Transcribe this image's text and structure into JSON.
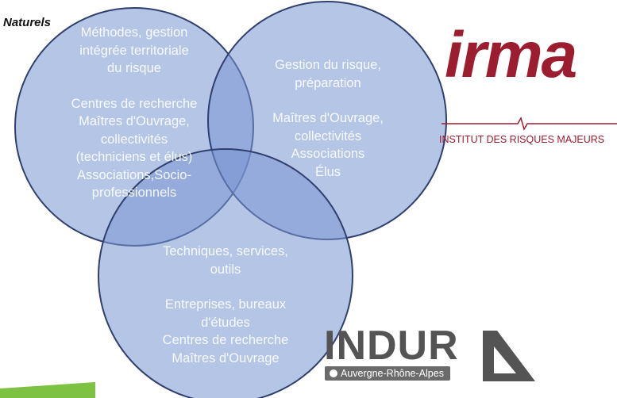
{
  "header": {
    "top_left_label": "Naturels"
  },
  "diagram": {
    "type": "venn",
    "circles": [
      {
        "id": "left",
        "lines": [
          "Méthodes, gestion",
          "intégrée territoriale",
          "du risque",
          "",
          "Centres de recherche",
          "Maîtres d'Ouvrage,",
          "collectivités",
          "(techniciens et élus)",
          "Associations,Socio-",
          "professionnels"
        ]
      },
      {
        "id": "right",
        "lines": [
          "Gestion du risque,",
          "préparation",
          "",
          "Maîtres d'Ouvrage,",
          "collectivités",
          "Associations",
          "Élus"
        ]
      },
      {
        "id": "bottom",
        "lines": [
          "Techniques, services,",
          "outils",
          "",
          "Entreprises, bureaux",
          "d'études",
          "Centres de recherche",
          "Maîtres d'Ouvrage"
        ]
      }
    ]
  },
  "logos": {
    "irma": {
      "wordmark": "irma",
      "tagline": "INSTITUT DES RISQUES MAJEURS",
      "color": "#9c1c30"
    },
    "indura": {
      "wordmark": "INDUR",
      "subtitle": "Auvergne-Rhône-Alpes",
      "color": "#545454"
    }
  },
  "colors": {
    "circle_fill": "#7896d2",
    "circle_stroke": "#2f3f6e",
    "accent_green": "#7dc242"
  }
}
